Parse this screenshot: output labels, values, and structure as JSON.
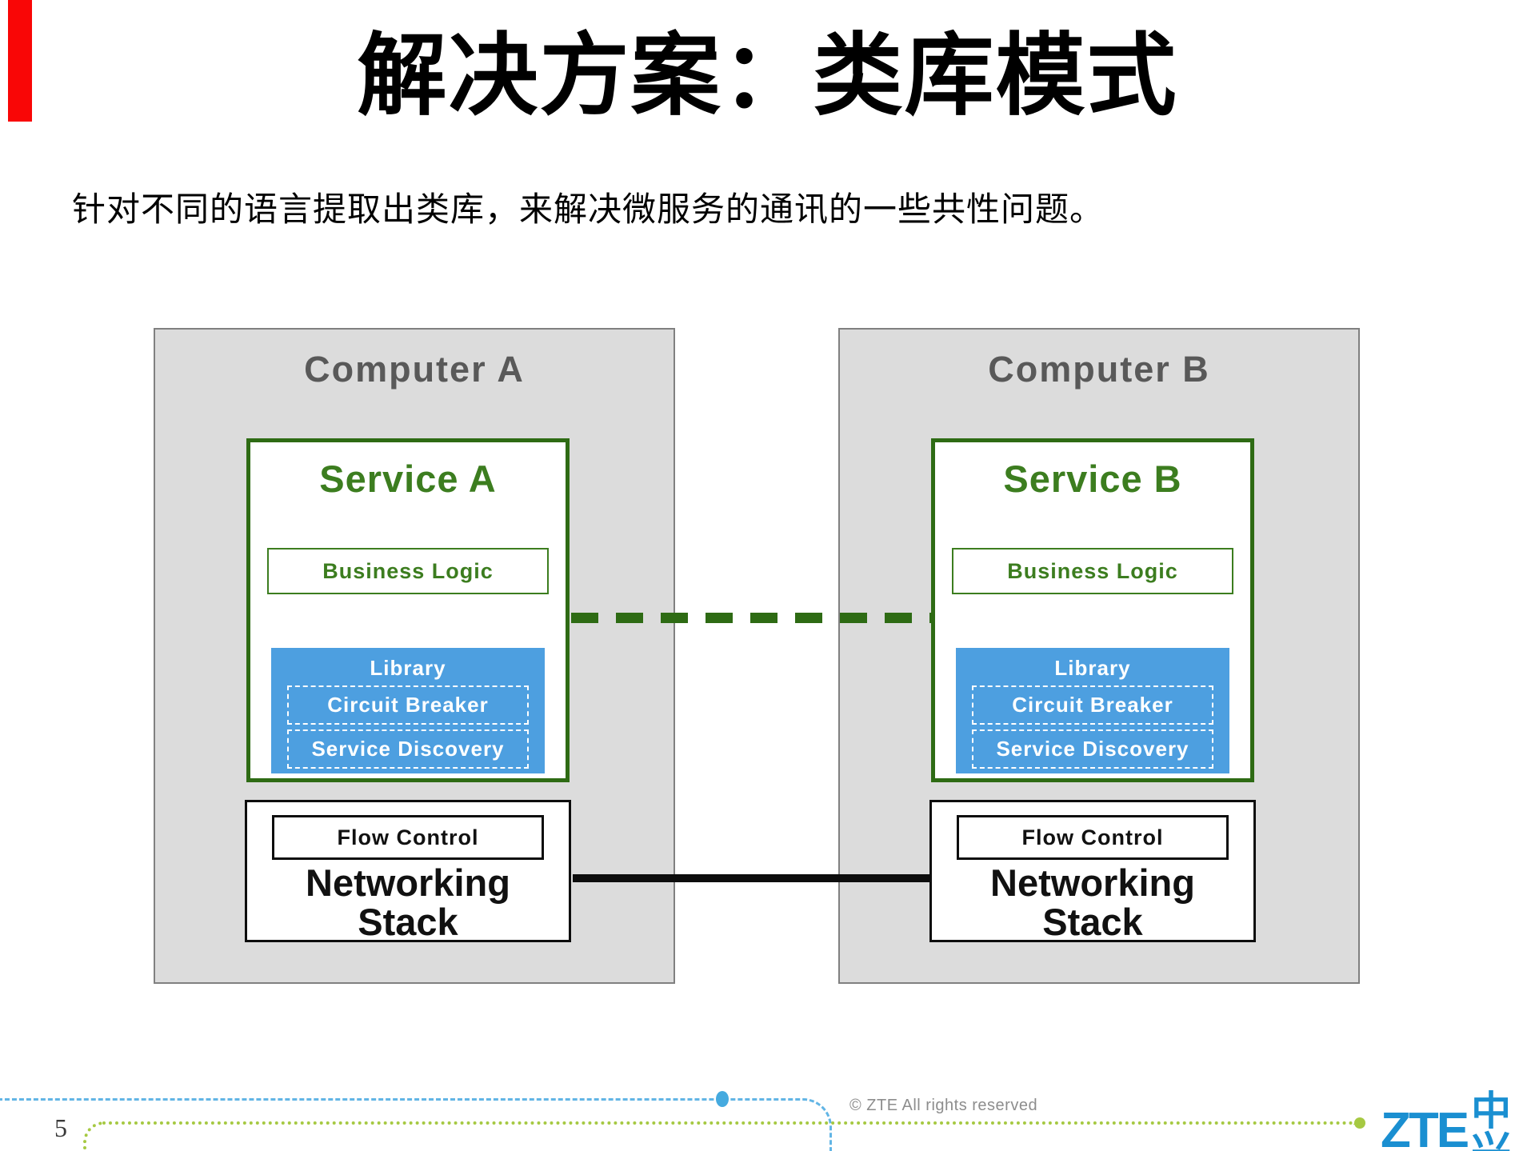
{
  "colors": {
    "red_bar": "#f90606",
    "gray_bg": "#dcdcdc",
    "gray_border": "#808080",
    "gray_text": "#595959",
    "green": "#3c7d1f",
    "green_dark": "#2e6b14",
    "library_blue": "#4d9fe0",
    "footer_blue": "#62b5e5",
    "footer_blue_dot": "#45aadf",
    "footer_green": "#a6c942",
    "zte_blue": "#1a8fd1",
    "copy_gray": "#8d8d8d"
  },
  "slide": {
    "title": "解决方案：类库模式",
    "subtitle": "针对不同的语言提取出类库，来解决微服务的通讯的一些共性问题。",
    "page_number": "5",
    "copyright": "© ZTE All rights reserved",
    "logo_text": "ZTE",
    "logo_cn": "中兴"
  },
  "diagram": {
    "computers": [
      {
        "label": "Computer A",
        "service_title": "Service A",
        "business_logic": "Business Logic",
        "library_title": "Library",
        "library_items": [
          "Circuit Breaker",
          "Service Discovery"
        ],
        "flow_control": "Flow Control",
        "networking": "Networking Stack"
      },
      {
        "label": "Computer B",
        "service_title": "Service B",
        "business_logic": "Business Logic",
        "library_title": "Library",
        "library_items": [
          "Circuit Breaker",
          "Service Discovery"
        ],
        "flow_control": "Flow Control",
        "networking": "Networking Stack"
      }
    ]
  }
}
